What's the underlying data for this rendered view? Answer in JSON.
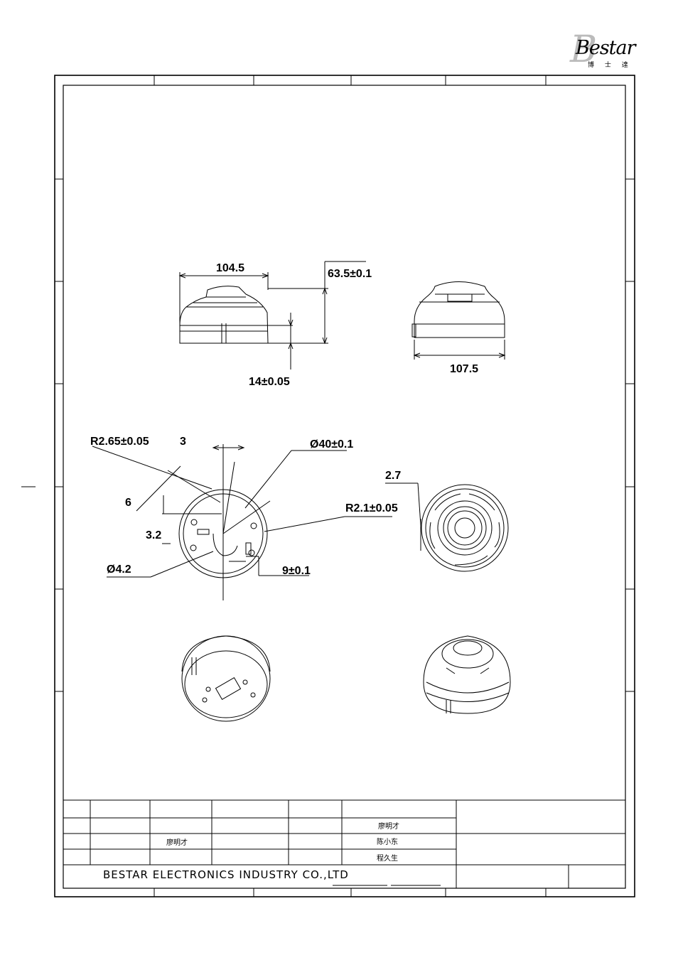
{
  "logo": {
    "word": "Bestar",
    "chinese": "博 士 達"
  },
  "dimensions": {
    "side_width": "104.5",
    "height": "63.5±0.1",
    "base_height": "14±0.05",
    "width2": "107.5",
    "radius_slot": "R2.65±0.05",
    "slot_width": "3",
    "pcd": "Ø40±0.1",
    "slot_len": "6",
    "offset": "3.2",
    "hole": "Ø4.2",
    "spacing": "9±0.1",
    "radius2": "R2.1±0.05",
    "lip": "2.7"
  },
  "title_block": {
    "row1_name": "廖明才",
    "drawn_by": "廖明才",
    "checked_by": "陈小东",
    "approved_by": "程久生",
    "company": "BESTAR ELECTRONICS INDUSTRY CO.,LTD"
  }
}
